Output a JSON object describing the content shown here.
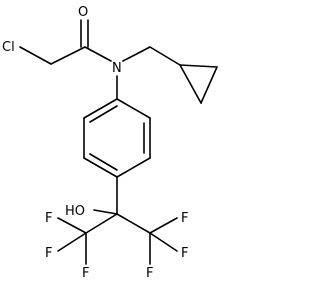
{
  "molecule": {
    "atoms": {
      "chlorine": "Cl",
      "carbonyl_oxygen": "O",
      "nitrogen": "N",
      "hydroxyl": "HO",
      "fluorine_1": "F",
      "fluorine_2": "F",
      "fluorine_3": "F",
      "fluorine_4": "F",
      "fluorine_5": "F",
      "fluorine_6": "F"
    }
  }
}
